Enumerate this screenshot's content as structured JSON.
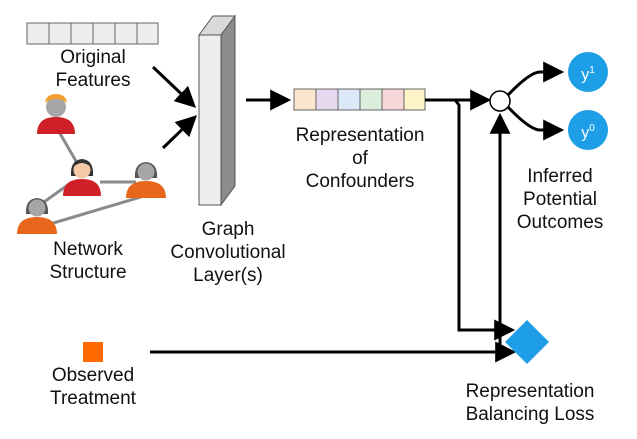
{
  "labels": {
    "original_features": [
      "Original",
      "Features"
    ],
    "network_structure": [
      "Network",
      "Structure"
    ],
    "gcn": [
      "Graph",
      "Convolutional",
      "Layer(s)"
    ],
    "representation": [
      "Representation",
      "of",
      "Confounders"
    ],
    "outcomes": [
      "Inferred",
      "Potential",
      "Outcomes"
    ],
    "observed_treatment": [
      "Observed",
      "Treatment"
    ],
    "balancing_loss": [
      "Representation",
      "Balancing Loss"
    ]
  },
  "outputs": [
    {
      "base": "y",
      "sup": "1"
    },
    {
      "base": "y",
      "sup": "0"
    }
  ],
  "colors": {
    "arrow": "#000000",
    "feature_cell": "#eeeeee",
    "gcn_face": "#eeeeee",
    "output_node": "#1e9ee6",
    "loss_diamond": "#1e9ee6",
    "treatment_square": "#ff6a00",
    "person_red": "#cf2027",
    "person_orange": "#e8651c",
    "person_gray": "#a6a6a6",
    "skin": "#f3c9a8",
    "hair_dark": "#333333",
    "representation_cells": [
      "#fce5cd",
      "#e6d9ef",
      "#dbe8f8",
      "#dcefdc",
      "#f8d7da",
      "#fff4c8"
    ]
  }
}
